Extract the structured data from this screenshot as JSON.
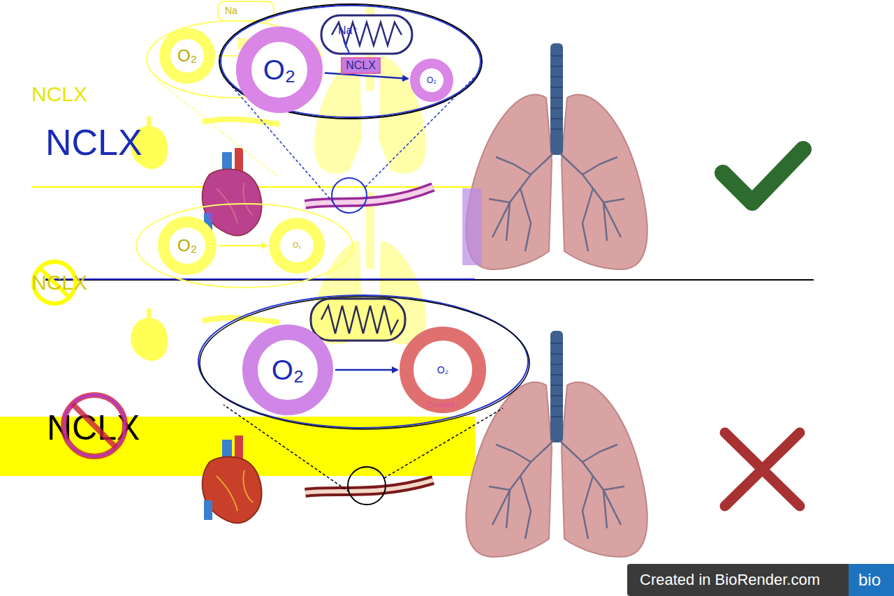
{
  "diagram": {
    "nodes": [
      {
        "text": [
          "O₂"
        ]
      },
      {
        "text": [
          "O₂"
        ]
      },
      {
        "text": [
          "NCLX"
        ]
      },
      {
        "text": [
          "O₂"
        ]
      },
      {
        "text": [
          "O₂"
        ]
      },
      {
        "text": [
          "O₂"
        ]
      },
      {
        "text": [
          "O₂"
        ]
      },
      {
        "text": [
          "O₂"
        ]
      }
    ],
    "edges": [
      {
        "from": 0,
        "to": 1,
        "arrow": "to"
      },
      {
        "from": 3,
        "to": 4,
        "arrow": "to"
      },
      {
        "from": 6,
        "to": 7,
        "arrow": "to"
      }
    ],
    "labels": [
      "NCLX",
      "NCLX",
      "Na⁺",
      "Na",
      "NCLX",
      "NCLX",
      "Created i",
      "Created in BioRender.com",
      "bio"
    ]
  }
}
